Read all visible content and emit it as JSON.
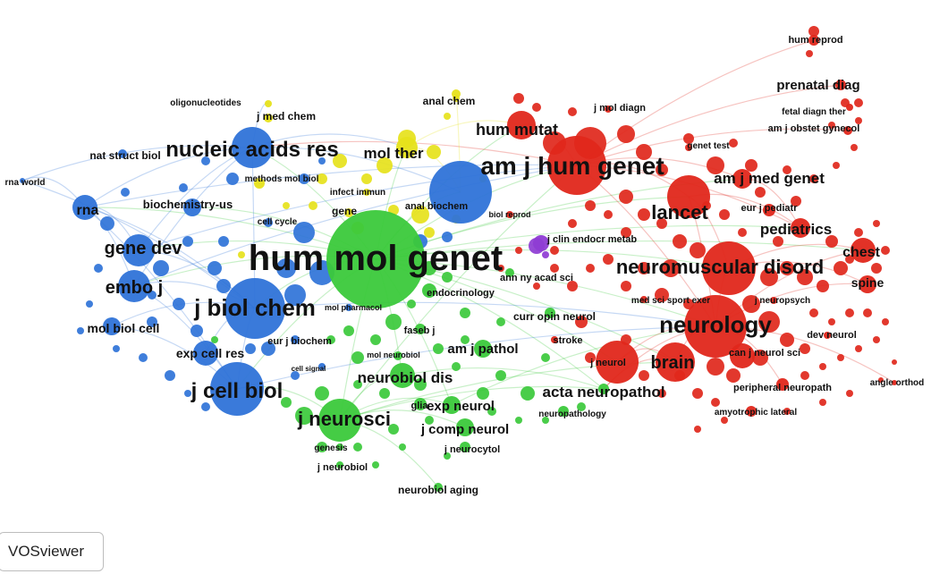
{
  "cluster_colors": {
    "blue": "#2f73d8",
    "green": "#3bc93b",
    "yellow": "#e6e21b",
    "red": "#e0271b",
    "purple": "#8e3cd4"
  },
  "nodes": [
    {
      "id": "hum_reprod",
      "label": "hum reprod",
      "cluster": "red"
    },
    {
      "id": "prenatal_diag",
      "label": "prenatal diag",
      "cluster": "red"
    },
    {
      "id": "fetal_diagn_ther",
      "label": "fetal diagn ther",
      "cluster": "red"
    },
    {
      "id": "am_j_obstet_gynecol",
      "label": "am j obstet gynecol",
      "cluster": "red"
    },
    {
      "id": "oligonucleotides",
      "label": "oligonucleotides",
      "cluster": "yellow"
    },
    {
      "id": "anal_chem",
      "label": "anal chem",
      "cluster": "yellow"
    },
    {
      "id": "j_med_chem",
      "label": "j med chem",
      "cluster": "yellow"
    },
    {
      "id": "j_mol_diagn",
      "label": "j mol diagn",
      "cluster": "red"
    },
    {
      "id": "hum_mutat",
      "label": "hum mutat",
      "cluster": "red"
    },
    {
      "id": "genet_test",
      "label": "genet test",
      "cluster": "red"
    },
    {
      "id": "nucleic_acids_res",
      "label": "nucleic acids res",
      "cluster": "blue"
    },
    {
      "id": "nat_struct_biol",
      "label": "nat struct biol",
      "cluster": "blue"
    },
    {
      "id": "mol_ther",
      "label": "mol ther",
      "cluster": "yellow"
    },
    {
      "id": "am_j_hum_genet",
      "label": "am j hum genet",
      "cluster": "red"
    },
    {
      "id": "methods_mol_biol",
      "label": "methods mol biol",
      "cluster": "yellow"
    },
    {
      "id": "am_j_med_genet",
      "label": "am j med genet",
      "cluster": "red"
    },
    {
      "id": "rna_world",
      "label": "rna world",
      "cluster": "blue"
    },
    {
      "id": "infect_immun",
      "label": "infect immun",
      "cluster": "yellow"
    },
    {
      "id": "anal_biochem",
      "label": "anal biochem",
      "cluster": "blue"
    },
    {
      "id": "rna",
      "label": "rna",
      "cluster": "blue"
    },
    {
      "id": "biochemistry_us",
      "label": "biochemistry-us",
      "cluster": "blue"
    },
    {
      "id": "gene",
      "label": "gene",
      "cluster": "yellow"
    },
    {
      "id": "biol_reprod",
      "label": "biol reprod",
      "cluster": "red"
    },
    {
      "id": "lancet",
      "label": "lancet",
      "cluster": "red"
    },
    {
      "id": "eur_j_pediatr",
      "label": "eur j pediatr",
      "cluster": "red"
    },
    {
      "id": "cell_cycle",
      "label": "cell cycle",
      "cluster": "blue"
    },
    {
      "id": "pediatrics",
      "label": "pediatrics",
      "cluster": "red"
    },
    {
      "id": "gene_dev",
      "label": "gene dev",
      "cluster": "blue"
    },
    {
      "id": "j_clin_endocr_metab",
      "label": "j clin endocr metab",
      "cluster": "purple"
    },
    {
      "id": "hum_mol_genet",
      "label": "hum mol genet",
      "cluster": "green"
    },
    {
      "id": "chest",
      "label": "chest",
      "cluster": "red"
    },
    {
      "id": "neuromuscular_disord",
      "label": "neuromuscular disord",
      "cluster": "red"
    },
    {
      "id": "embo_j",
      "label": "embo j",
      "cluster": "blue"
    },
    {
      "id": "ann_ny_acad_sci",
      "label": "ann ny acad sci",
      "cluster": "green"
    },
    {
      "id": "spine",
      "label": "spine",
      "cluster": "red"
    },
    {
      "id": "endocrinology",
      "label": "endocrinology",
      "cluster": "green"
    },
    {
      "id": "j_biol_chem",
      "label": "j biol chem",
      "cluster": "blue"
    },
    {
      "id": "mol_pharmacol",
      "label": "mol pharmacol",
      "cluster": "blue"
    },
    {
      "id": "med_sci_sport_exer",
      "label": "med sci sport exer",
      "cluster": "red"
    },
    {
      "id": "j_neuropsych",
      "label": "j neuropsych",
      "cluster": "red"
    },
    {
      "id": "curr_opin_neurol",
      "label": "curr opin neurol",
      "cluster": "green"
    },
    {
      "id": "neurology",
      "label": "neurology",
      "cluster": "red"
    },
    {
      "id": "mol_biol_cell",
      "label": "mol biol cell",
      "cluster": "blue"
    },
    {
      "id": "faseb_j",
      "label": "faseb j",
      "cluster": "green"
    },
    {
      "id": "dev_neurol",
      "label": "dev neurol",
      "cluster": "red"
    },
    {
      "id": "eur_j_biochem",
      "label": "eur j biochem",
      "cluster": "blue"
    },
    {
      "id": "stroke",
      "label": "stroke",
      "cluster": "red"
    },
    {
      "id": "am_j_pathol",
      "label": "am j pathol",
      "cluster": "green"
    },
    {
      "id": "exp_cell_res",
      "label": "exp cell res",
      "cluster": "blue"
    },
    {
      "id": "mol_neurobiol",
      "label": "mol neurobiol",
      "cluster": "green"
    },
    {
      "id": "can_j_neurol_sci",
      "label": "can j neurol sci",
      "cluster": "red"
    },
    {
      "id": "brain",
      "label": "brain",
      "cluster": "red"
    },
    {
      "id": "cell_signal",
      "label": "cell signal",
      "cluster": "blue"
    },
    {
      "id": "j_neurol",
      "label": "j neurol",
      "cluster": "red"
    },
    {
      "id": "neurobiol_dis",
      "label": "neurobiol dis",
      "cluster": "green"
    },
    {
      "id": "angle_orthod",
      "label": "angle orthod",
      "cluster": "red"
    },
    {
      "id": "j_cell_biol",
      "label": "j cell biol",
      "cluster": "blue"
    },
    {
      "id": "peripheral_neuropath",
      "label": "peripheral neuropath",
      "cluster": "red"
    },
    {
      "id": "acta_neuropathol",
      "label": "acta neuropathol",
      "cluster": "green"
    },
    {
      "id": "glia",
      "label": "glia",
      "cluster": "green"
    },
    {
      "id": "exp_neurol",
      "label": "exp neurol",
      "cluster": "green"
    },
    {
      "id": "neuropathology",
      "label": "neuropathology",
      "cluster": "green"
    },
    {
      "id": "amyotrophic_lateral",
      "label": "amyotrophic lateral",
      "cluster": "red"
    },
    {
      "id": "j_neurosci",
      "label": "j neurosci",
      "cluster": "green"
    },
    {
      "id": "j_comp_neurol",
      "label": "j comp neurol",
      "cluster": "green"
    },
    {
      "id": "genesis",
      "label": "genesis",
      "cluster": "green"
    },
    {
      "id": "j_neurocytol",
      "label": "j neurocytol",
      "cluster": "green"
    },
    {
      "id": "j_neurobiol",
      "label": "j neurobiol",
      "cluster": "green"
    },
    {
      "id": "neurobiol_aging",
      "label": "neurobiol aging",
      "cluster": "green"
    }
  ],
  "watermark": {
    "label": "VOSviewer"
  }
}
